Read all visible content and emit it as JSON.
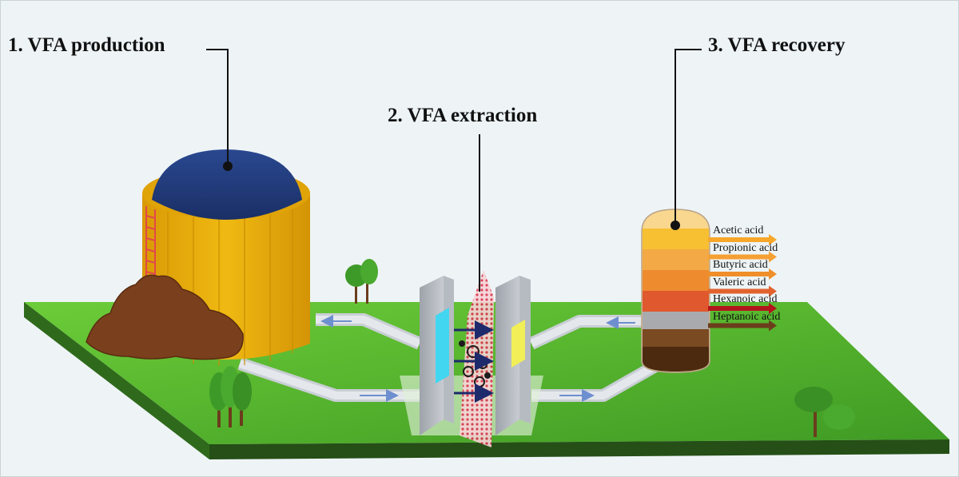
{
  "stages": {
    "production": {
      "label": "1. VFA production"
    },
    "extraction": {
      "label": "2. VFA extraction"
    },
    "recovery": {
      "label": "3. VFA recovery"
    }
  },
  "acids": [
    {
      "name": "Acetic acid",
      "color": "#f7a72a"
    },
    {
      "name": "Propionic acid",
      "color": "#f5a033"
    },
    {
      "name": "Butyric acid",
      "color": "#ef8f2a"
    },
    {
      "name": "Valeric acid",
      "color": "#e2622e"
    },
    {
      "name": "Hexanoic acid",
      "color": "#b3151c"
    },
    {
      "name": "Heptanoic acid",
      "color": "#6b3d1c"
    }
  ],
  "colors": {
    "ground": "#5dbd2f",
    "ground_edge": "#2f6a1c",
    "tank": "#e9b10a",
    "dome": "#213b78",
    "biomass": "#7a3f1c",
    "pipe": "#d8dde3",
    "membrane_left": "#42d6f0",
    "membrane_right": "#f2ee57",
    "arrow": "#1d2a6b"
  }
}
